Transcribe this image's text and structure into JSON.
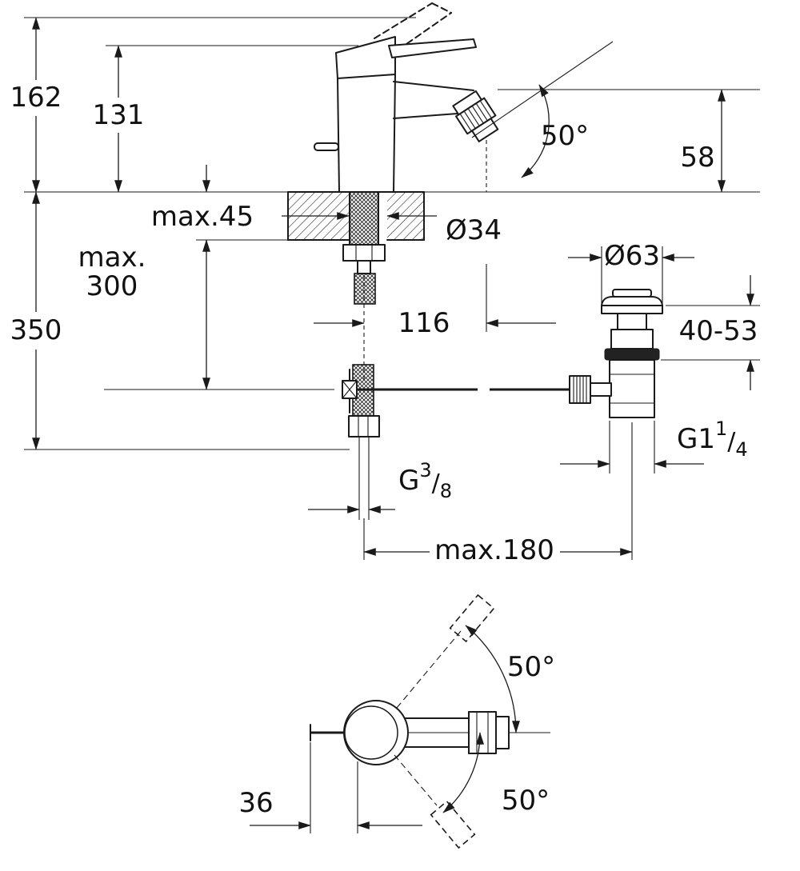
{
  "colors": {
    "ink": "#1a1a1a",
    "background": "#ffffff"
  },
  "side_view": {
    "height_overall": "162",
    "height_body": "131",
    "deck_thickness": "max.45",
    "depth_max_line1": "max.",
    "depth_max_line2": "300",
    "depth_overall": "350",
    "hole_diameter": "Ø34",
    "spray_angle": "50°",
    "spout_height": "58",
    "waste_flange_diameter": "Ø63",
    "spout_projection": "116",
    "waste_adjust_range": "40-53",
    "waste_thread": {
      "base": "G1",
      "num": "1",
      "slash": "/",
      "den": "4"
    },
    "supply_thread": {
      "base": "G",
      "num": "3",
      "slash": "/",
      "den": "8"
    },
    "rod_distance": "max.180"
  },
  "plan_view": {
    "handle_swing_upper": "50°",
    "handle_swing_lower": "50°",
    "handle_offset": "36"
  }
}
